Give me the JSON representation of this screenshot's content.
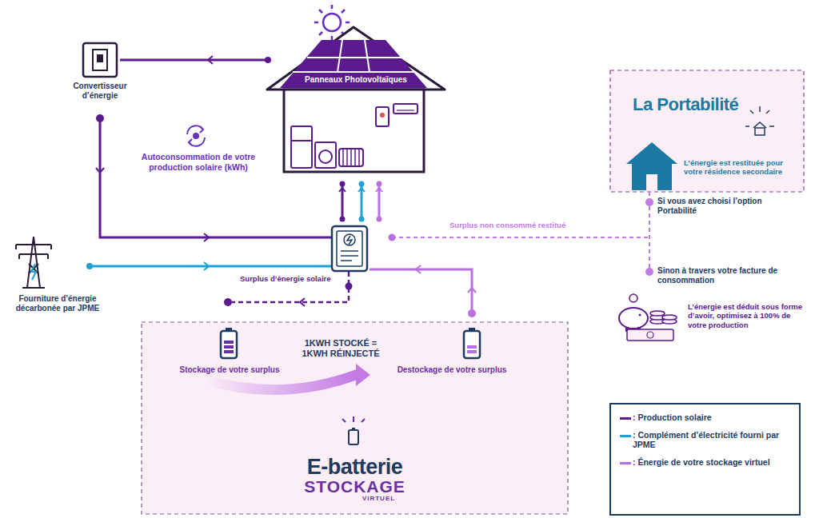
{
  "diagram": {
    "nodes": [
      {
        "text": [
          "Convertisseur d’énergie"
        ]
      },
      {
        "text": [
          "Panneaux Photovoltaïques"
        ]
      },
      {
        "text": [
          "La Portabilité",
          "L’énergie est restituée pour votre résidence secondaire"
        ]
      },
      {
        "text": [
          "E-batterie",
          "STOCKAGE",
          "VIRTUEL"
        ]
      },
      {
        "text": [
          "Stockage de votre surplus"
        ],
        "in": 3
      },
      {
        "text": [
          "Destockage de votre surplus"
        ],
        "in": 3
      }
    ],
    "edges": [
      {
        "from": 4,
        "to": 5,
        "arrow": "to",
        "label": "1KWH STOCKÉ = 1KWH RÉINJECTÉ"
      }
    ],
    "labels": [
      "Autoconsommation de votre production solaire (kWh)",
      "Fourniture d’énergie décarbonée par JPME",
      "Surplus non consommé restitué",
      "Surplus d’énergie solaire",
      "Si vous avez choisi l’option Portabilité",
      "Sinon à travers votre facture de consommation",
      "L’énergie est déduit sous forme d’avoir, optimisez à 100% de votre production"
    ],
    "legend": [
      {
        "text": ": Production solaire",
        "color": "#5b1a8e"
      },
      {
        "text": ": Complément d’électricité fourni par JPME",
        "color": "#1ba3d6"
      },
      {
        "text": ": Énergie de votre stockage virtuel",
        "color": "#b86fe0"
      }
    ]
  }
}
